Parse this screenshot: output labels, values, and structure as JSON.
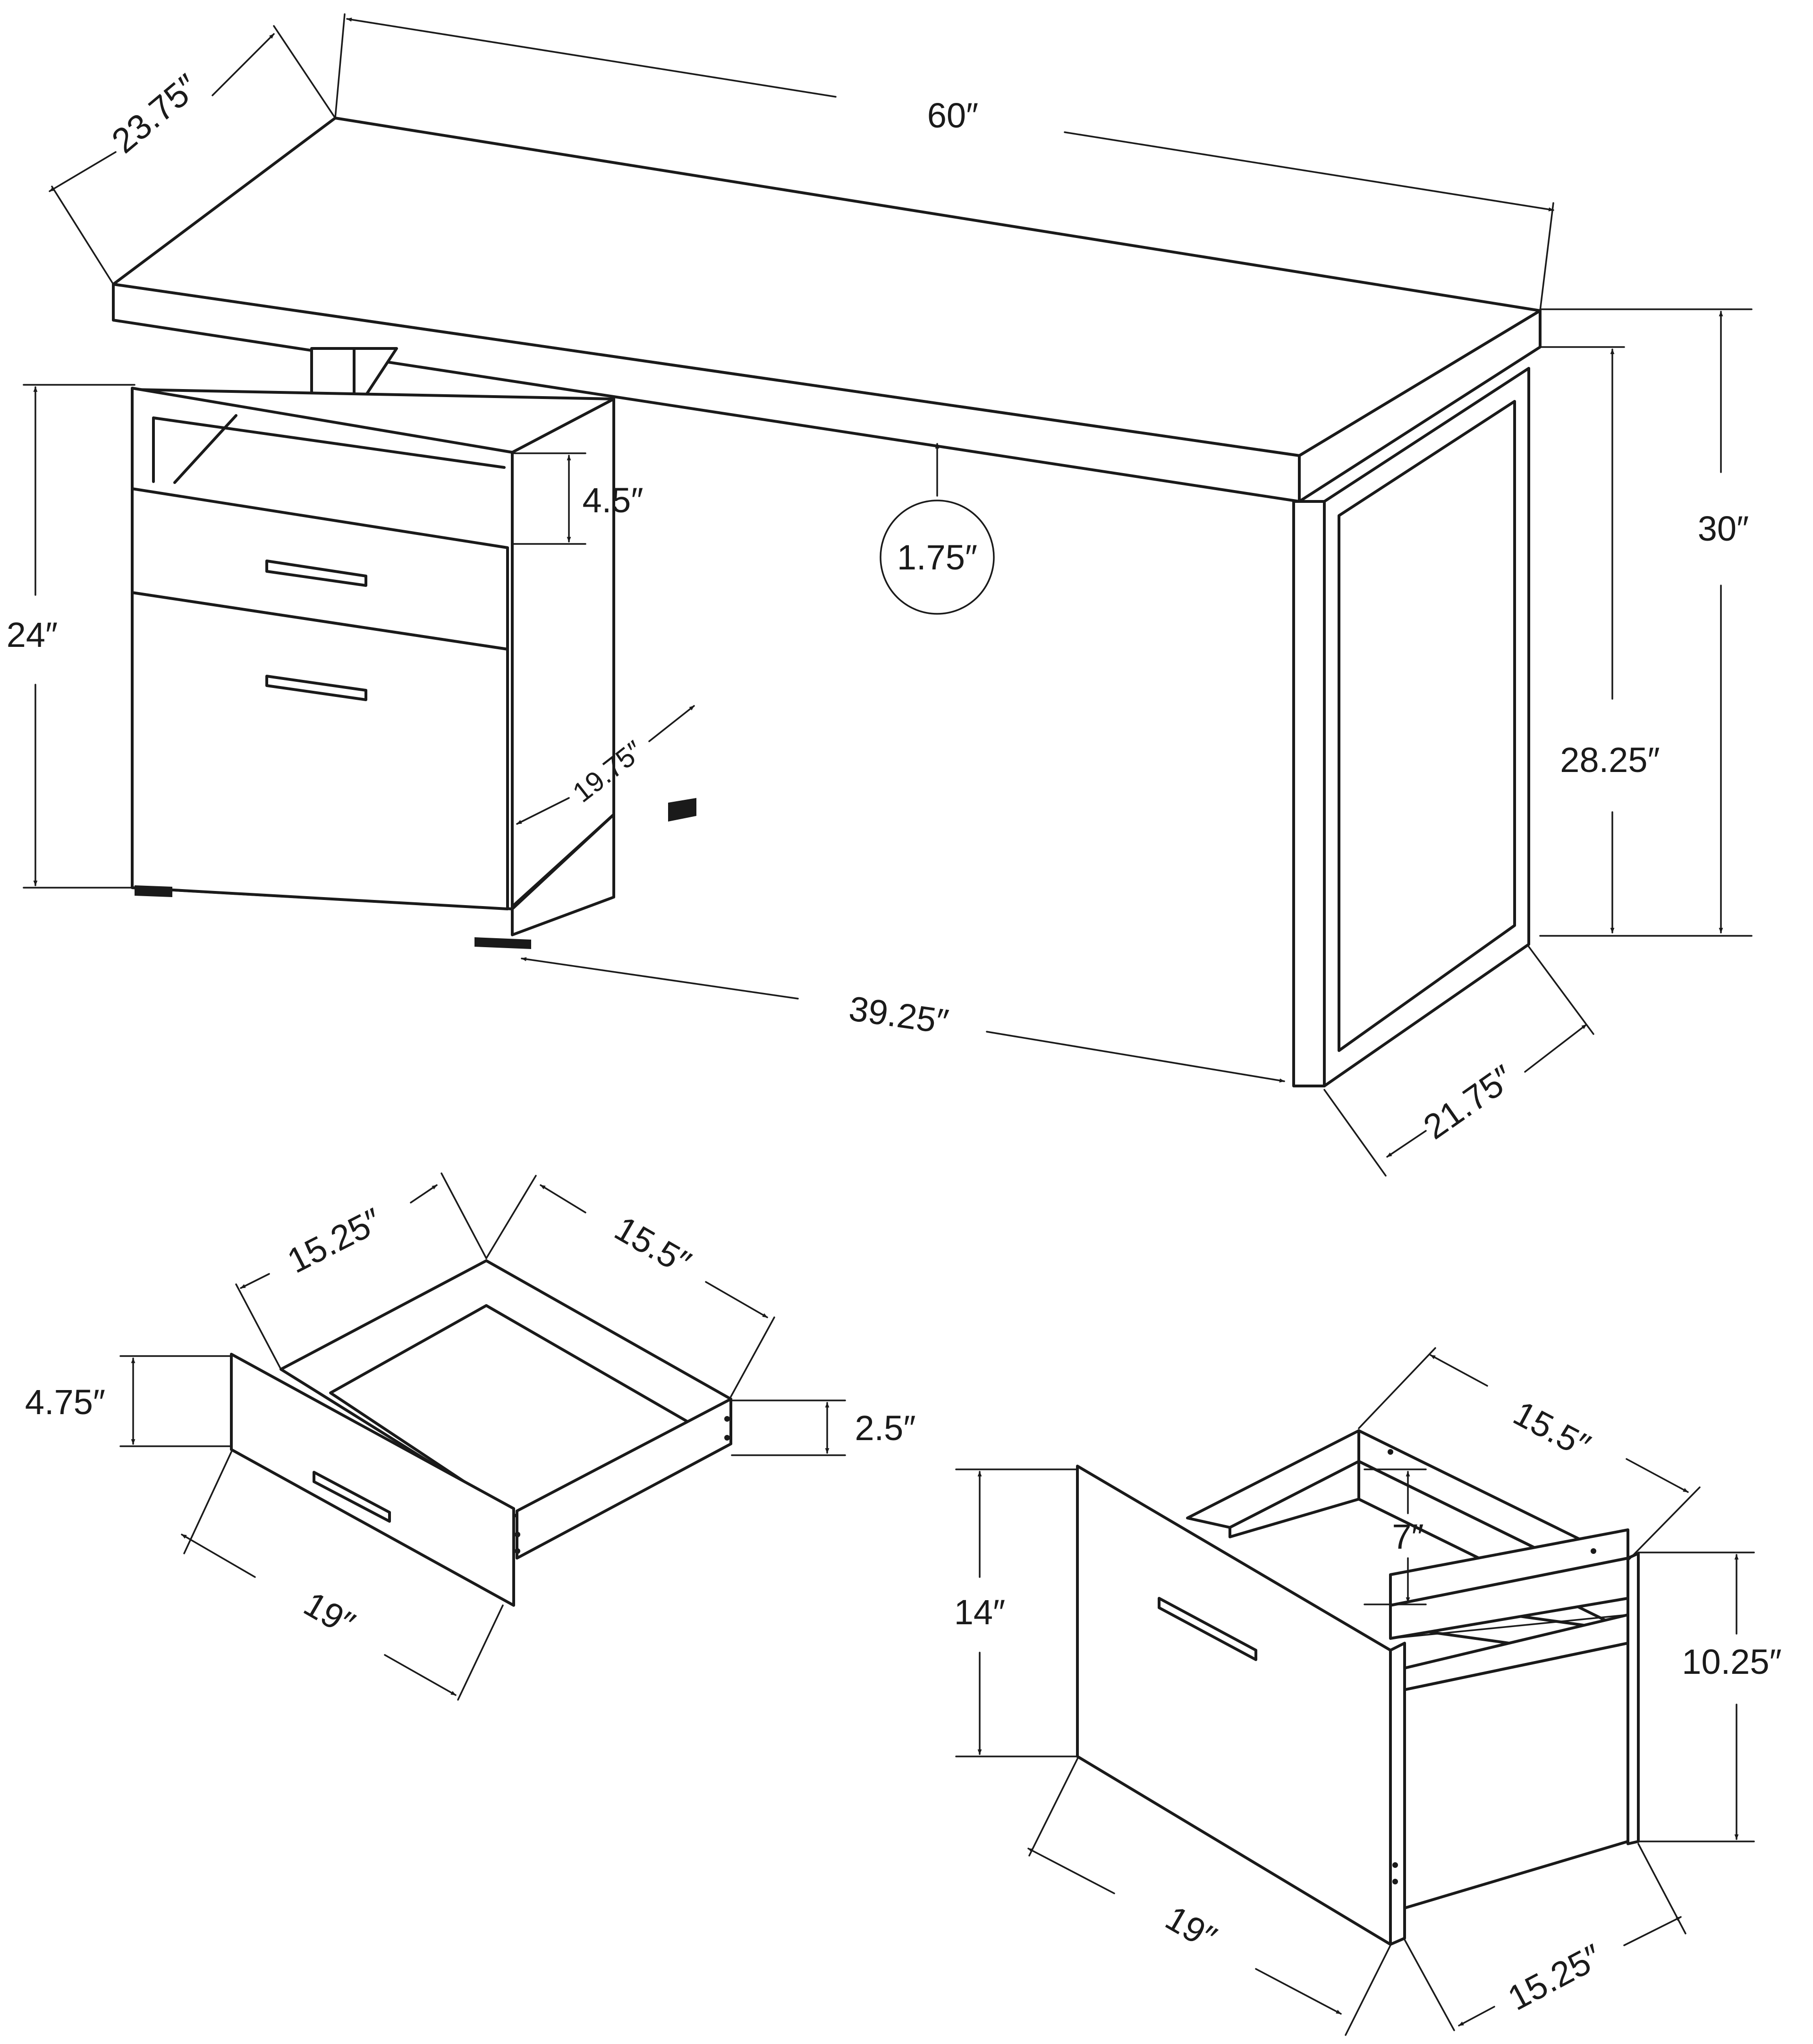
{
  "desk": {
    "width": "60″",
    "depth": "23.75″",
    "height": "30″",
    "underside_height": "28.25″",
    "top_thickness": "1.75″",
    "pedestal_height": "24″",
    "open_shelf_height": "4.5″",
    "pedestal_depth": "19.75″",
    "knee_space_width": "39.25″",
    "leg_depth": "21.75″"
  },
  "small_drawer": {
    "front_width": "19″",
    "front_height": "4.75″",
    "inner_height": "2.5″",
    "inner_width": "15.25″",
    "inner_depth": "15.5″"
  },
  "file_drawer": {
    "front_width": "19″",
    "front_height": "14″",
    "inner_height": "10.25″",
    "rail_height": "7″",
    "inner_depth": "15.5″",
    "inner_width": "15.25″"
  }
}
